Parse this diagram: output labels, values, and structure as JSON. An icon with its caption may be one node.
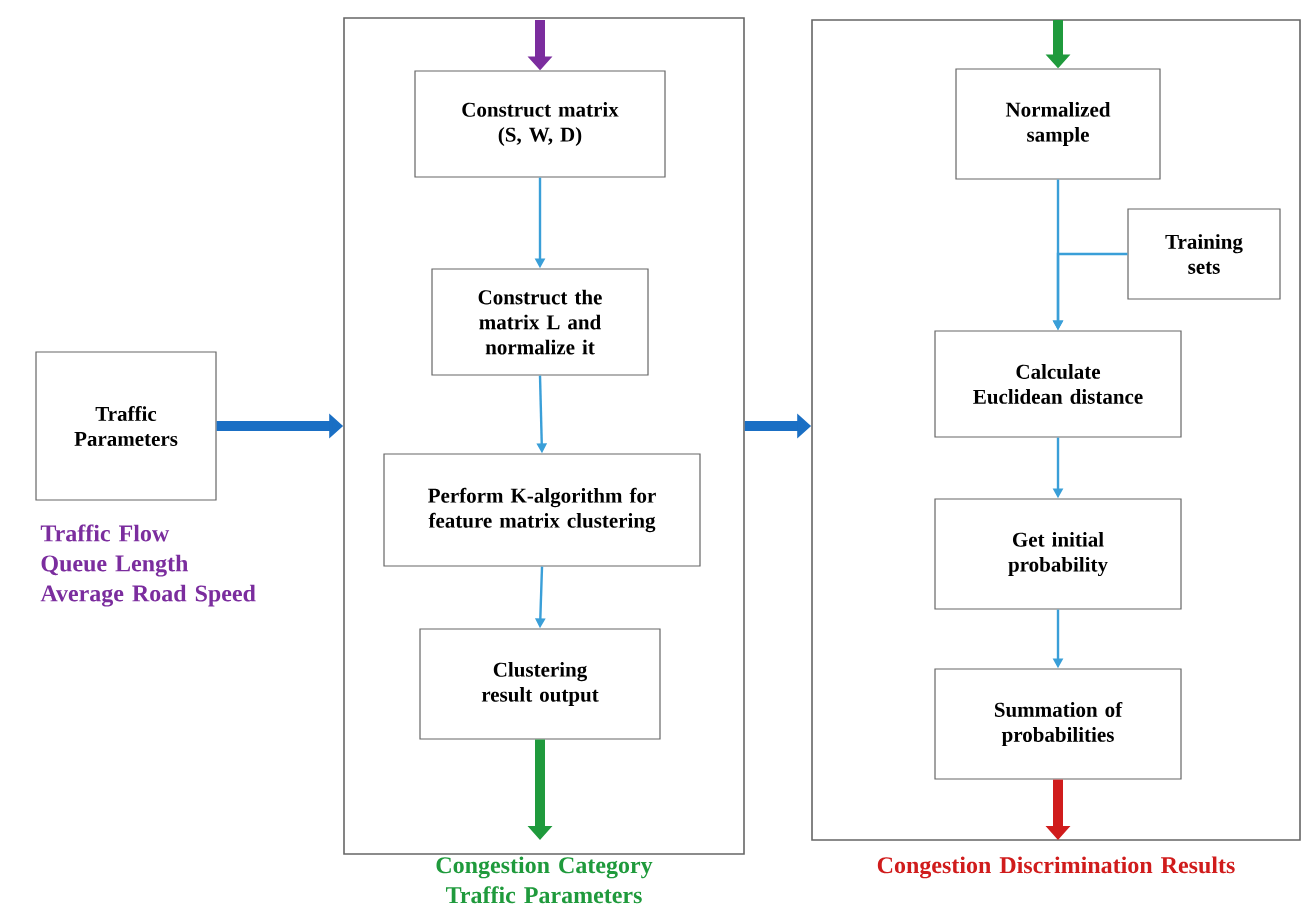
{
  "diagram": {
    "nodes": [
      {
        "text": [
          "Traffic Parameters"
        ],
        "beside": [
          "Traffic Flow",
          "Queue Length",
          "Average Road Speed"
        ]
      },
      {
        "text": [],
        "shape": "box",
        "beside": [
          "Congestion Category Traffic Parameters"
        ]
      },
      {
        "text": [
          "Construct matrix (S, W, D)"
        ],
        "in": 1
      },
      {
        "text": [
          "Construct the matrix L and normalize it"
        ],
        "in": 1
      },
      {
        "text": [
          "Perform K-algorithm for feature matrix clustering"
        ],
        "in": 1
      },
      {
        "text": [
          "Clustering result output"
        ],
        "in": 1
      },
      {
        "text": [],
        "shape": "box",
        "beside": [
          "Congestion Discrimination Results"
        ]
      },
      {
        "text": [
          "Normalized sample"
        ],
        "in": 6
      },
      {
        "text": [
          "Training sets"
        ],
        "in": 6
      },
      {
        "text": [
          "Calculate Euclidean distance"
        ],
        "in": 6
      },
      {
        "text": [
          "Get initial probability"
        ],
        "in": 6
      },
      {
        "text": [
          "Summation of probabilities"
        ],
        "in": 6
      }
    ],
    "edges": [
      {
        "from": 0,
        "to": 1,
        "arrow": "to",
        "style": "thick",
        "color": "#1a6fc4"
      },
      {
        "from": null,
        "to": 2,
        "arrow": "to",
        "style": "thick",
        "color": "#7b2d9e"
      },
      {
        "from": 2,
        "to": 3,
        "arrow": "to"
      },
      {
        "from": 3,
        "to": 4,
        "arrow": "to"
      },
      {
        "from": 4,
        "to": 5,
        "arrow": "to"
      },
      {
        "from": 5,
        "to": null,
        "arrow": "to",
        "style": "thick",
        "color": "#1f9a3c"
      },
      {
        "from": 1,
        "to": 6,
        "arrow": "to",
        "style": "thick",
        "color": "#1a6fc4"
      },
      {
        "from": null,
        "to": 7,
        "arrow": "to",
        "style": "thick",
        "color": "#1f9a3c"
      },
      {
        "from": 7,
        "to": 9,
        "arrow": "to"
      },
      {
        "from": 8,
        "to": 9,
        "arrow": "to"
      },
      {
        "from": 9,
        "to": 10,
        "arrow": "to"
      },
      {
        "from": 10,
        "to": 11,
        "arrow": "to"
      },
      {
        "from": 11,
        "to": null,
        "arrow": "to",
        "style": "thick",
        "color": "#d01c1c"
      }
    ]
  }
}
